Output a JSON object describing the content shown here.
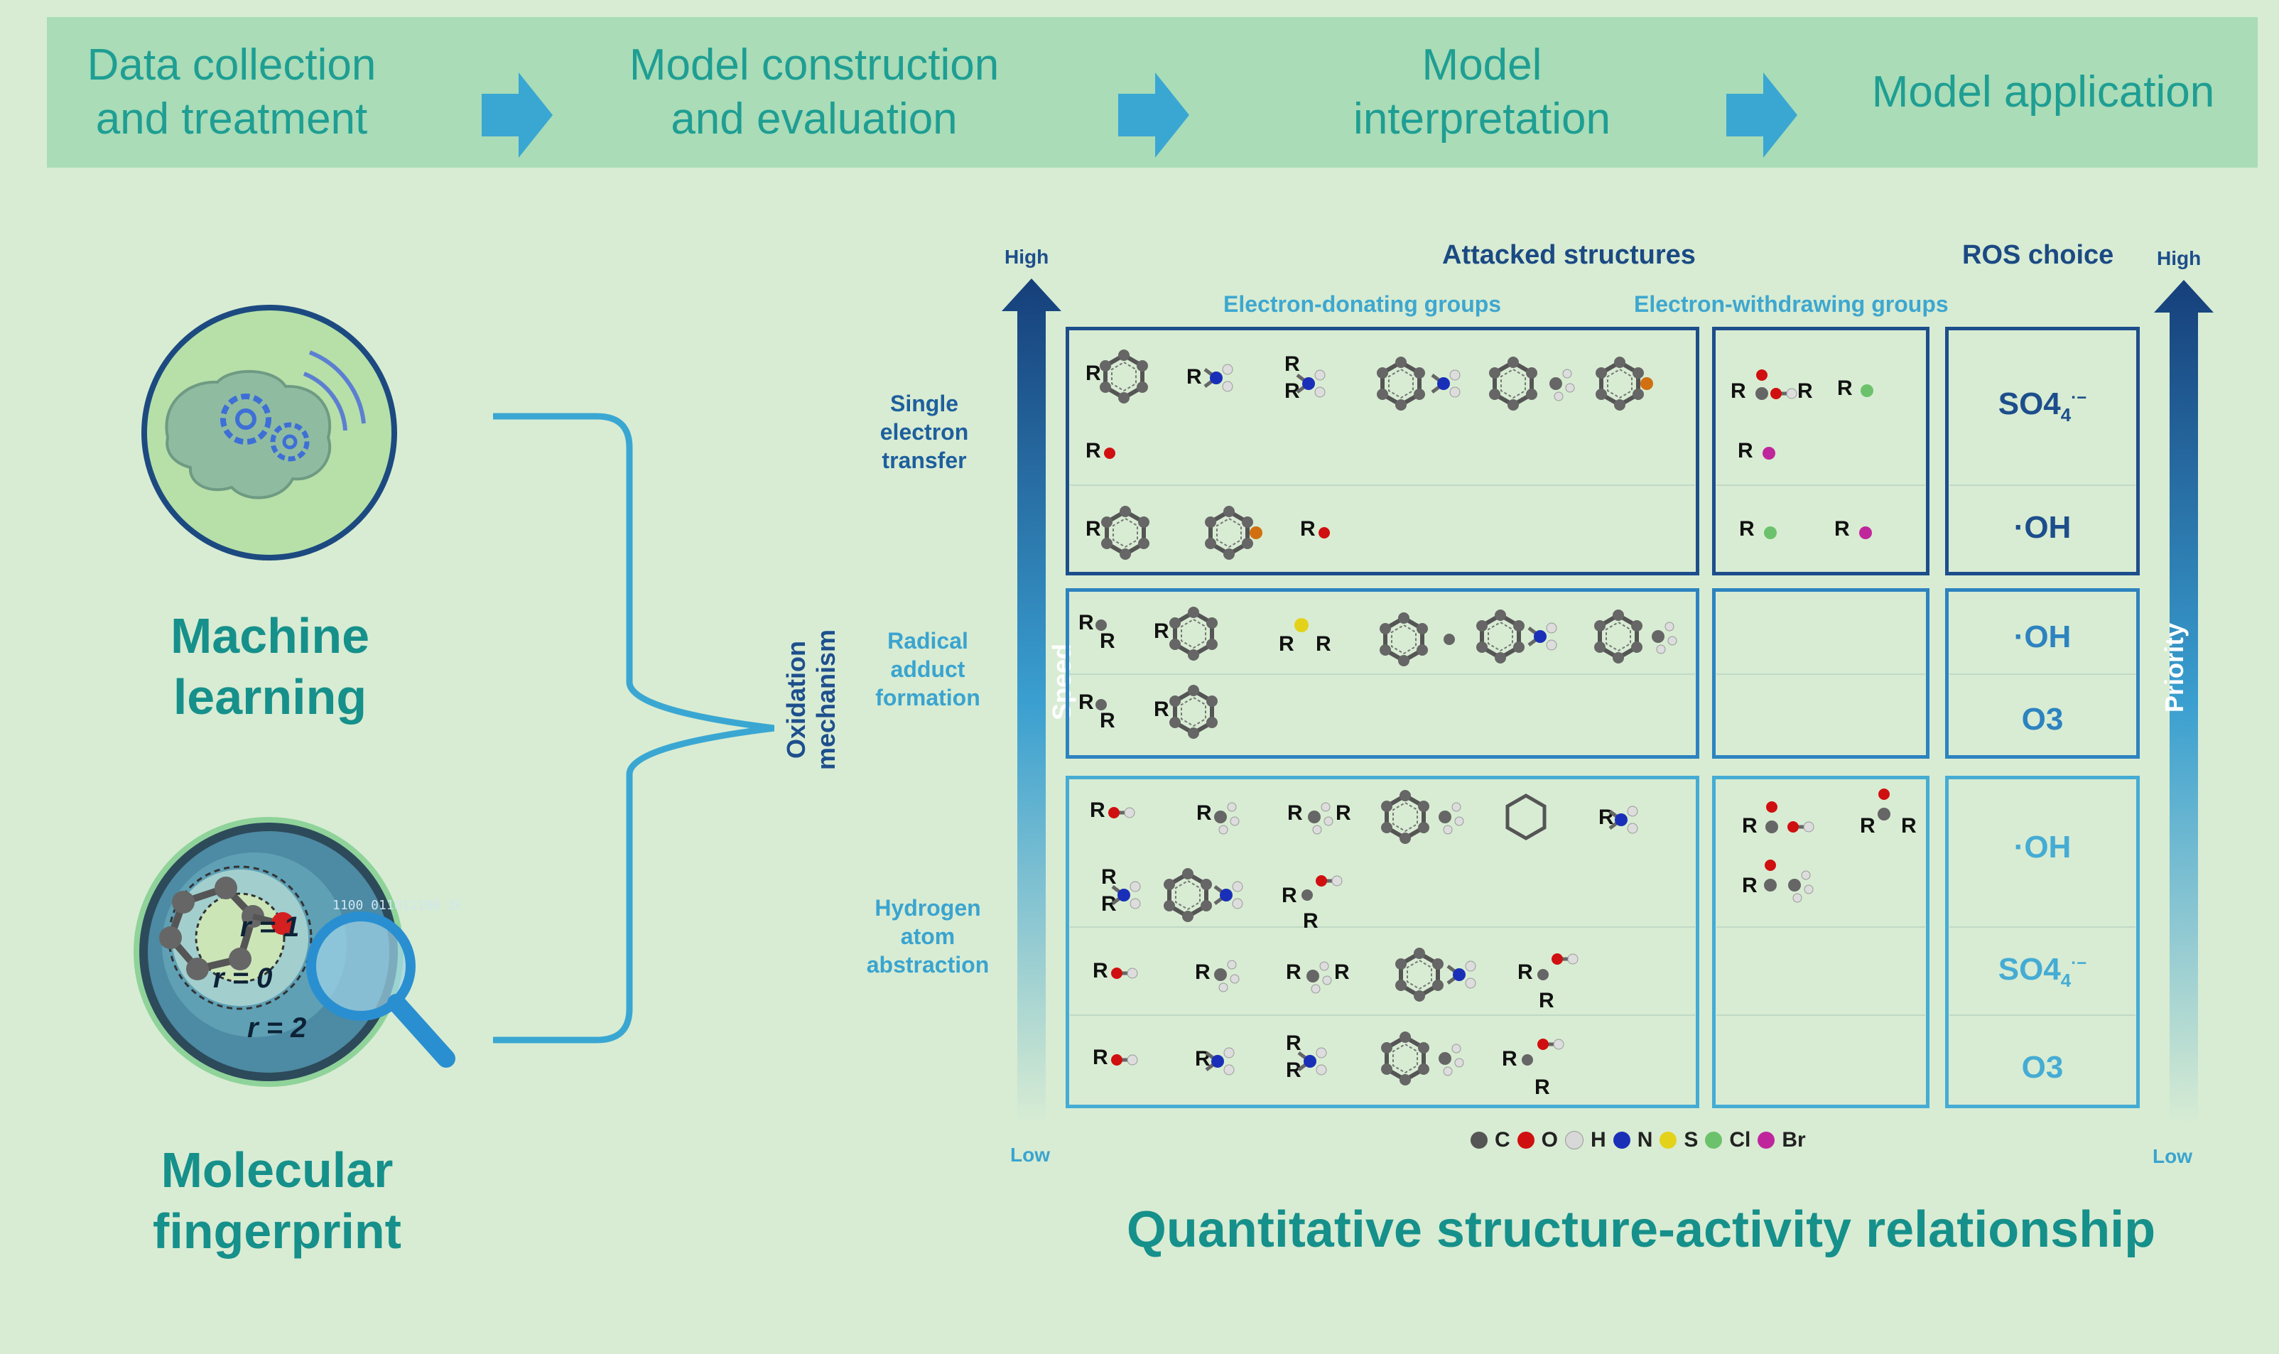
{
  "workflow": {
    "steps": [
      "Data collection\nand treatment",
      "Model construction\nand evaluation",
      "Model\ninterpretation",
      "Model application"
    ]
  },
  "left": {
    "ml_label": "Machine\nlearning",
    "fp_label": "Molecular\nfingerprint",
    "fp_radii": [
      "r = 1",
      "r = 0",
      "r = 2"
    ],
    "binary_text": "1100 011011100 1010100 0101010"
  },
  "qsar": {
    "title": "Quantitative structure-activity relationship",
    "y_axis_label": "Oxidation mechanism",
    "speed_label": "Speed",
    "priority_label": "Priority",
    "high": "High",
    "low": "Low",
    "attacked_header": "Attacked structures",
    "ros_header": "ROS choice",
    "edg_header": "Electron-donating groups",
    "ewg_header": "Electron-withdrawing groups",
    "mechanisms": [
      "Single\nelectron\ntransfer",
      "Radical\nadduct\nformation",
      "Hydrogen\natom\nabstraction"
    ],
    "ros_rows": [
      "SO4",
      "·OH",
      "·OH",
      "O3",
      "·OH",
      "SO4",
      "O3"
    ],
    "radical_superscript": "·−",
    "legend": [
      {
        "label": "C",
        "color": "#555555"
      },
      {
        "label": "O",
        "color": "#d01010"
      },
      {
        "label": "H",
        "color": "#d8d8d8"
      },
      {
        "label": "N",
        "color": "#1a2fb8"
      },
      {
        "label": "S",
        "color": "#e4d21a"
      },
      {
        "label": "Cl",
        "color": "#6cc26c"
      },
      {
        "label": "Br",
        "color": "#c0269c"
      }
    ],
    "colors": {
      "dark_blue": "#1d4e8c",
      "teal_blue": "#3aa4cf",
      "teal": "#16908b"
    }
  }
}
